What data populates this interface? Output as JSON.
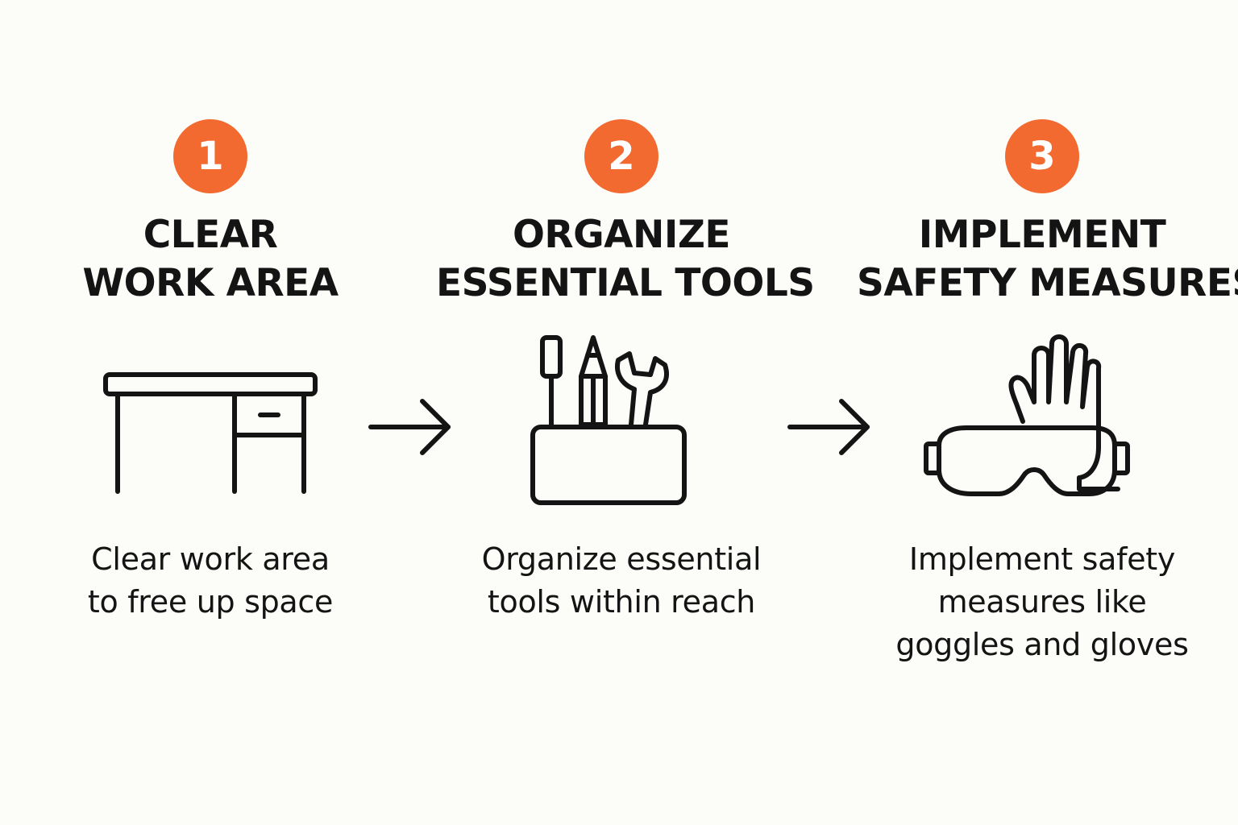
{
  "accent_color": "#f26a2f",
  "steps": [
    {
      "number": "1",
      "title_lines": [
        "CLEAR",
        "WORK AREA"
      ],
      "icon": "desk-icon",
      "description_lines": [
        "Clear work area",
        "to free up space"
      ]
    },
    {
      "number": "2",
      "title_lines": [
        "ORGANIZE",
        "ESSENTIAL TOOLS"
      ],
      "icon": "tool-holder-icon",
      "description_lines": [
        "Organize essential",
        "tools within reach"
      ]
    },
    {
      "number": "3",
      "title_lines": [
        "IMPLEMENT",
        "SAFETY MEASURES"
      ],
      "icon": "goggles-glove-icon",
      "description_lines": [
        "Implement safety",
        "measures like",
        "goggles and gloves"
      ]
    }
  ],
  "connectors": [
    "right-arrow-icon",
    "right-arrow-icon"
  ]
}
